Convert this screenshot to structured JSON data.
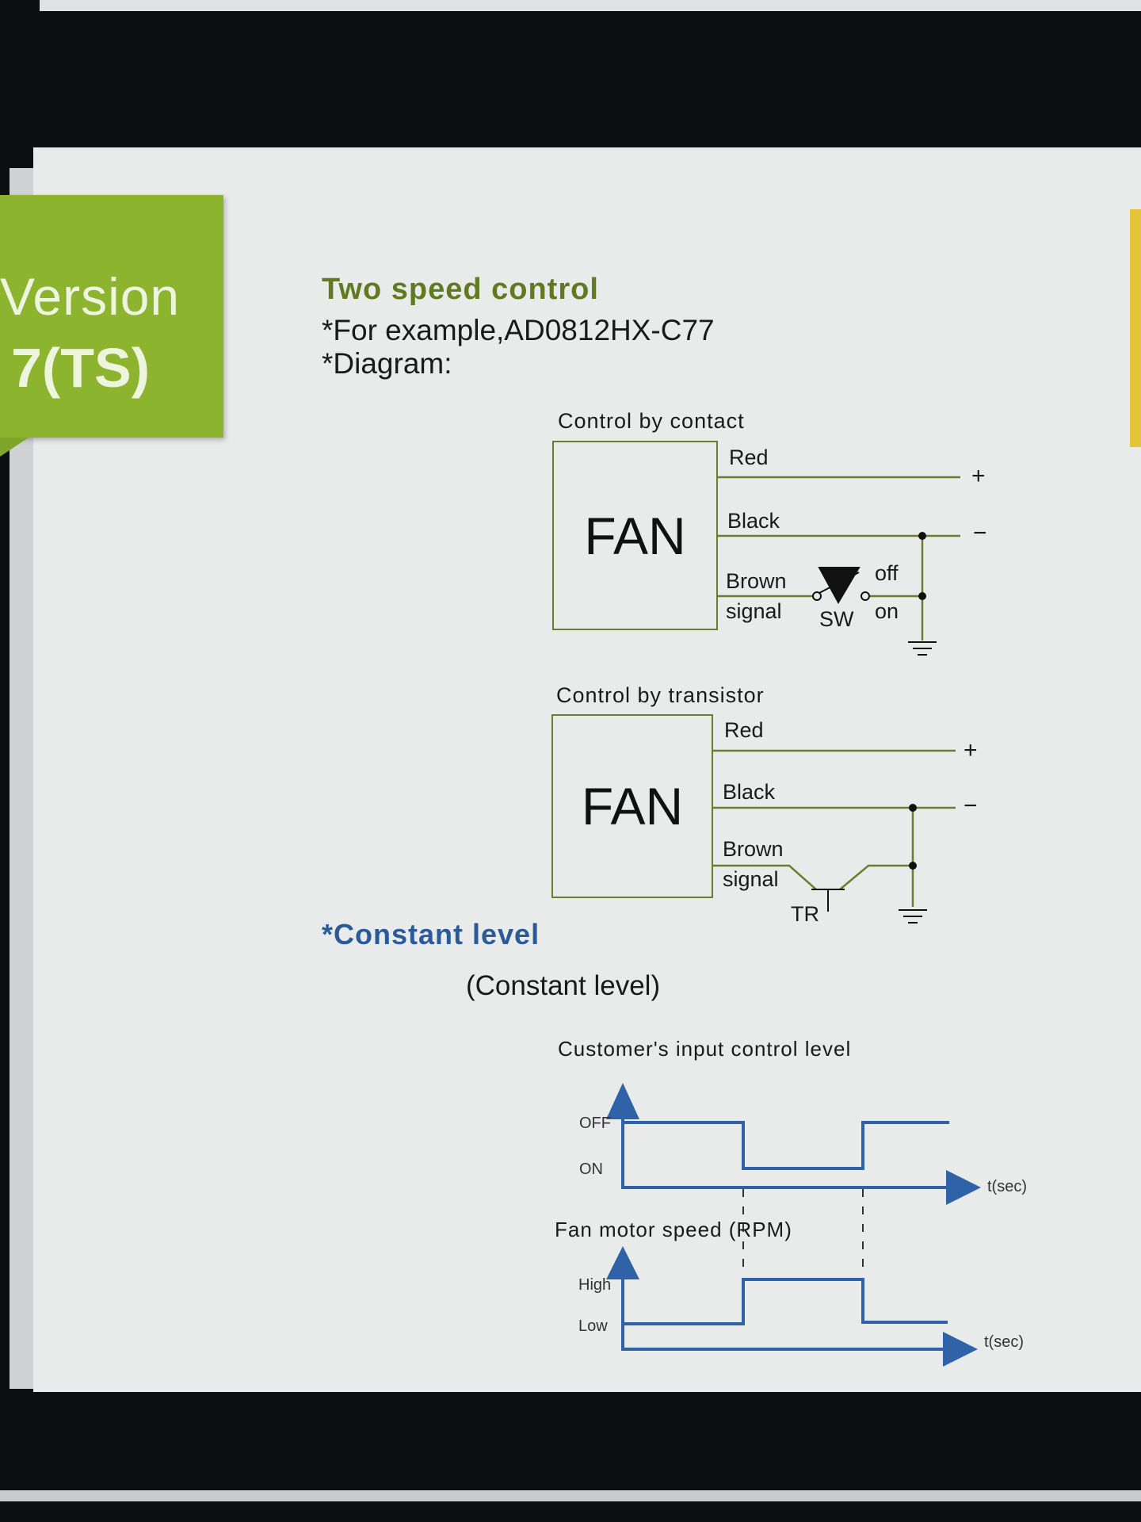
{
  "tab": {
    "line1": "Version",
    "line2": "7(TS)"
  },
  "section": {
    "title": "Two speed control",
    "example": "*For example,AD0812HX-C77",
    "diagram_label": "*Diagram:"
  },
  "contact_diagram": {
    "title": "Control by contact",
    "fan": "FAN",
    "red": "Red",
    "black": "Black",
    "brown": "Brown",
    "signal": "signal",
    "plus": "+",
    "minus": "−",
    "switch": "SW",
    "off": "off",
    "on": "on"
  },
  "transistor_diagram": {
    "title": "Control by transistor",
    "fan": "FAN",
    "red": "Red",
    "black": "Black",
    "brown": "Brown",
    "signal": "signal",
    "plus": "+",
    "minus": "−",
    "transistor": "TR"
  },
  "constant": {
    "heading": "*Constant level",
    "subheading": "(Constant level)"
  },
  "input_chart": {
    "title": "Customer's input control level",
    "high_label": "OFF",
    "low_label": "ON",
    "x_label": "t(sec)"
  },
  "speed_chart": {
    "title": "Fan motor speed (RPM)",
    "high_label": "High",
    "low_label": "Low",
    "x_label": "t(sec)"
  },
  "colors": {
    "tab": "#8db42e",
    "heading": "#5f7a22",
    "accent_blue": "#2a5a98",
    "wire": "#6f7a2e",
    "signal_blue": "#2f62a6"
  }
}
